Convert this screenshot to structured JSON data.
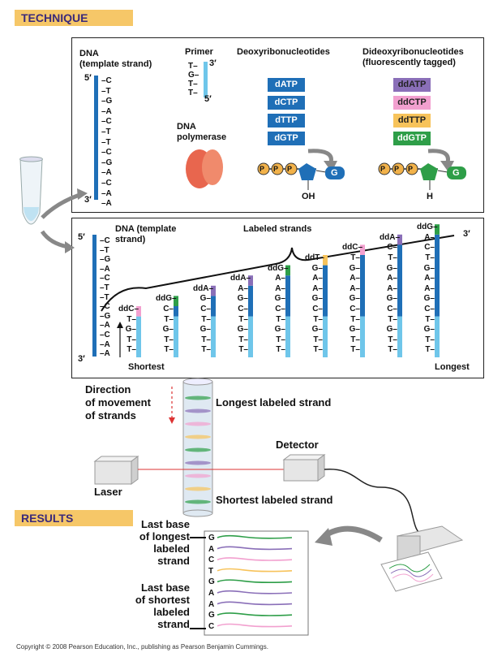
{
  "technique_label": "TECHNIQUE",
  "results_label": "RESULTS",
  "top_panel": {
    "dna_label": "DNA\n(template strand)",
    "five_prime": "5′",
    "three_prime": "3′",
    "template_bases": [
      "C",
      "T",
      "G",
      "A",
      "C",
      "T",
      "T",
      "C",
      "G",
      "A",
      "C",
      "A",
      "A"
    ],
    "primer_label": "Primer",
    "primer_bases": [
      "T",
      "G",
      "T",
      "T"
    ],
    "primer_3": "3′",
    "primer_5": "5′",
    "polymerase_label": "DNA\npolymerase",
    "dntp_label": "Deoxyribonucleotides",
    "dntps": [
      "dATP",
      "dCTP",
      "dTTP",
      "dGTP"
    ],
    "ddntp_label": "Dideoxyribonucleotides\n(fluorescently tagged)",
    "ddntps": [
      "ddATP",
      "ddCTP",
      "ddTTP",
      "ddGTP"
    ],
    "ddntp_colors": [
      "#8a6fb8",
      "#f2a0cf",
      "#f7c35b",
      "#2e9e48"
    ],
    "p": "P",
    "g": "G",
    "oh": "OH",
    "h": "H"
  },
  "mid_panel": {
    "dna_label": "DNA (template\nstrand)",
    "labeled_strands": "Labeled strands",
    "five_prime": "5′",
    "three_prime": "3′",
    "shortest": "Shortest",
    "longest": "Longest",
    "strands": [
      {
        "dd": "ddC",
        "bases": "C\nT\nG\nT\nT"
      },
      {
        "dd": "ddG",
        "bases": "G\nC\nT\nG\nT\nT"
      },
      {
        "dd": "ddA",
        "bases": "A\nG\nC\nT\nG\nT\nT"
      },
      {
        "dd": "ddA",
        "bases": "A\nA\nG\nC\nT\nG\nT\nT"
      },
      {
        "dd": "ddG",
        "bases": "G\nA\nA\nG\nC\nT\nG\nT\nT"
      },
      {
        "dd": "ddT",
        "bases": "T\nG\nA\nA\nG\nC\nT\nG\nT\nT"
      },
      {
        "dd": "ddC",
        "bases": "C\nT\nG\nA\nA\nG\nC\nT\nG\nT\nT"
      },
      {
        "dd": "ddA",
        "bases": "A\nC\nT\nG\nA\nA\nG\nC\nT\nG\nT\nT"
      },
      {
        "dd": "ddG",
        "bases": "G\nA\nC\nT\nG\nA\nA\nG\nC\nT\nG\nT\nT"
      }
    ]
  },
  "gel": {
    "direction": "Direction\nof movement\nof strands",
    "longest": "Longest labeled strand",
    "shortest": "Shortest labeled strand",
    "detector": "Detector",
    "laser": "Laser"
  },
  "results": {
    "last_longest": "Last base\nof longest\nlabeled\nstrand",
    "last_shortest": "Last base\nof shortest\nlabeled\nstrand",
    "sequence": [
      "G",
      "A",
      "C",
      "T",
      "G",
      "A",
      "A",
      "G",
      "C"
    ]
  },
  "copyright": "Copyright © 2008 Pearson Education, Inc., publishing as Pearson Benjamin Cummings."
}
